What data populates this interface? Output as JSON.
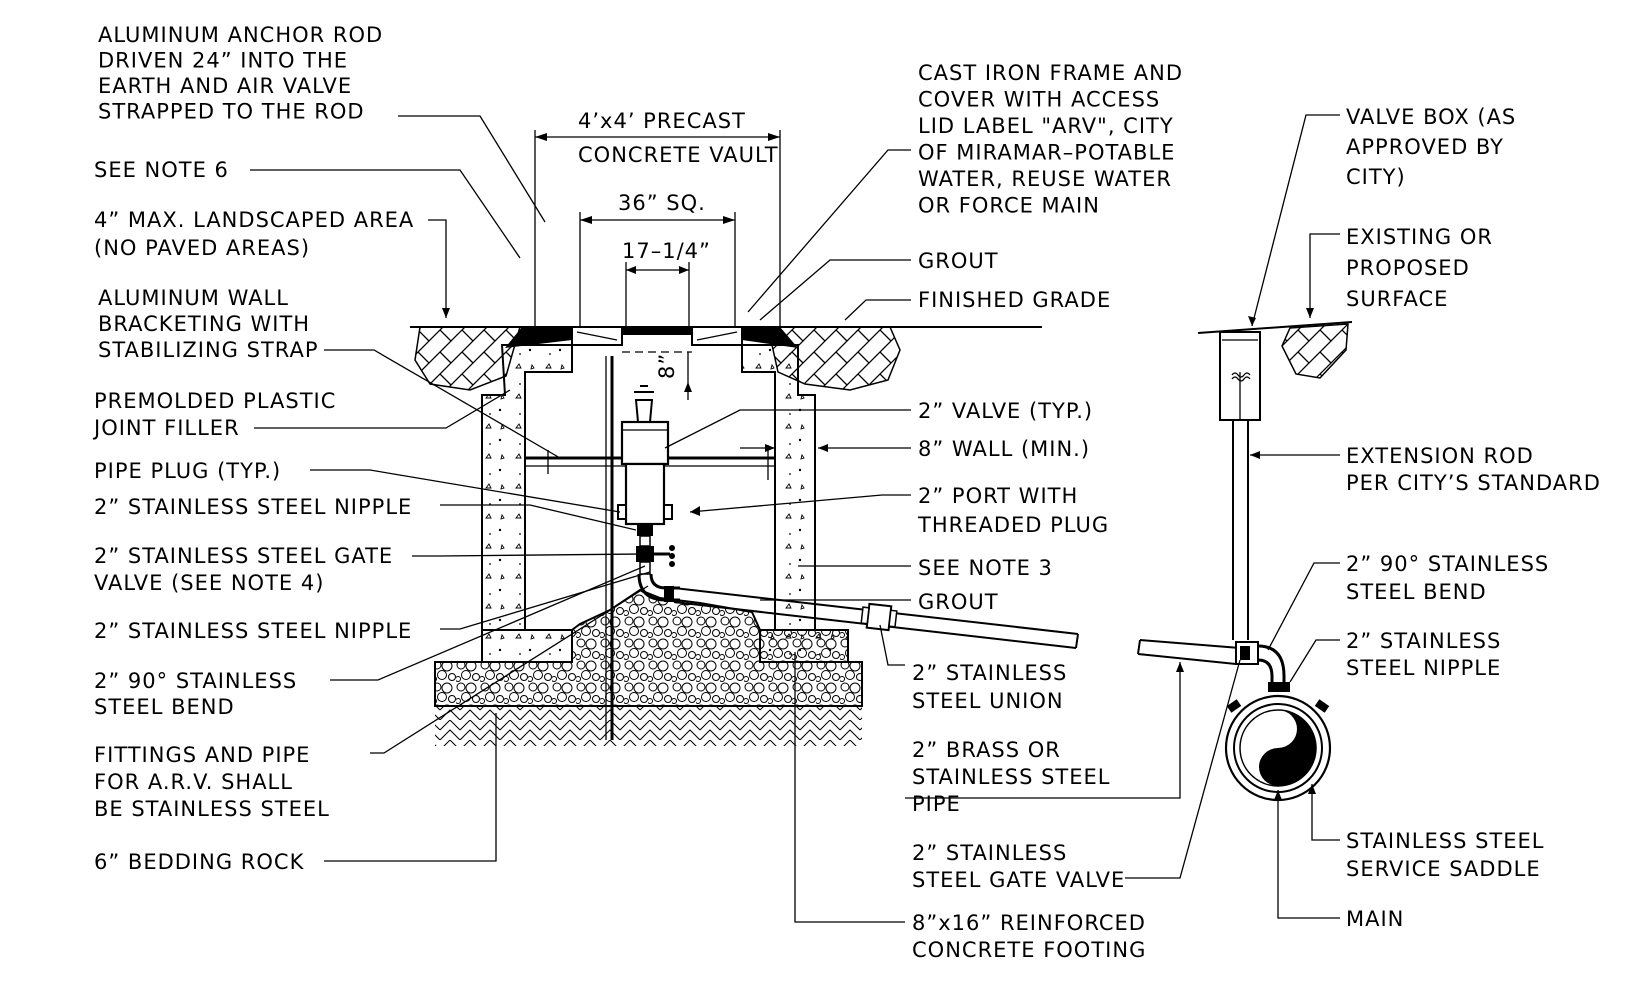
{
  "labels": {
    "anchor_rod": [
      "ALUMINUM ANCHOR ROD",
      "DRIVEN 24” INTO THE",
      "EARTH AND AIR VALVE",
      "STRAPPED TO THE ROD"
    ],
    "see_note_6": [
      "SEE NOTE 6"
    ],
    "landscaped": [
      "4” MAX. LANDSCAPED AREA",
      "(NO PAVED AREAS)"
    ],
    "wall_bracketing": [
      "ALUMINUM WALL",
      "BRACKETING WITH",
      "STABILIZING STRAP"
    ],
    "joint_filler": [
      "PREMOLDED PLASTIC",
      "JOINT FILLER"
    ],
    "pipe_plug": [
      "PIPE PLUG (TYP.)"
    ],
    "nipple_upper": [
      "2” STAINLESS STEEL NIPPLE"
    ],
    "gate_valve_left": [
      "2” STAINLESS STEEL GATE",
      "VALVE (SEE NOTE 4)"
    ],
    "nipple_lower": [
      "2” STAINLESS STEEL NIPPLE"
    ],
    "bend_left": [
      "2” 90° STAINLESS",
      "STEEL BEND"
    ],
    "fittings": [
      "FITTINGS AND PIPE",
      "FOR A.R.V. SHALL",
      "BE STAINLESS STEEL"
    ],
    "bedding": [
      "6” BEDDING ROCK"
    ],
    "vault_dim": [
      "4’x4’ PRECAST",
      "CONCRETE VAULT"
    ],
    "sq_dim": [
      "36” SQ."
    ],
    "inner_dim": [
      "17–1/4”"
    ],
    "depth_dim": [
      "8”"
    ],
    "frame_cover": [
      "CAST IRON FRAME AND",
      "COVER WITH ACCESS",
      "LID LABEL \"ARV\", CITY",
      "OF MIRAMAR–POTABLE",
      "WATER, REUSE WATER",
      "OR FORCE MAIN"
    ],
    "grout_top": [
      "GROUT"
    ],
    "finished_grade": [
      "FINISHED GRADE"
    ],
    "valve_typ": [
      "2” VALVE (TYP.)"
    ],
    "wall_min": [
      "8” WALL (MIN.)"
    ],
    "port_plug": [
      "2” PORT WITH",
      "THREADED PLUG"
    ],
    "see_note_3": [
      "SEE NOTE 3"
    ],
    "grout_bottom": [
      "GROUT"
    ],
    "union": [
      "2” STAINLESS",
      "STEEL UNION"
    ],
    "brass_pipe": [
      "2” BRASS OR",
      "STAINLESS STEEL",
      "PIPE"
    ],
    "gate_valve_right": [
      "2” STAINLESS",
      "STEEL GATE VALVE"
    ],
    "footing": [
      "8”x16” REINFORCED",
      "CONCRETE FOOTING"
    ],
    "valve_box": [
      "VALVE BOX (AS",
      "APPROVED BY",
      "CITY)"
    ],
    "surface": [
      "EXISTING OR",
      "PROPOSED",
      "SURFACE"
    ],
    "extension_rod": [
      "EXTENSION ROD",
      "PER CITY’S STANDARD"
    ],
    "bend_right": [
      "2” 90° STAINLESS",
      "STEEL BEND"
    ],
    "nipple_right": [
      "2” STAINLESS",
      "STEEL NIPPLE"
    ],
    "saddle": [
      "STAINLESS STEEL",
      "SERVICE SADDLE"
    ],
    "main": [
      "MAIN"
    ]
  }
}
